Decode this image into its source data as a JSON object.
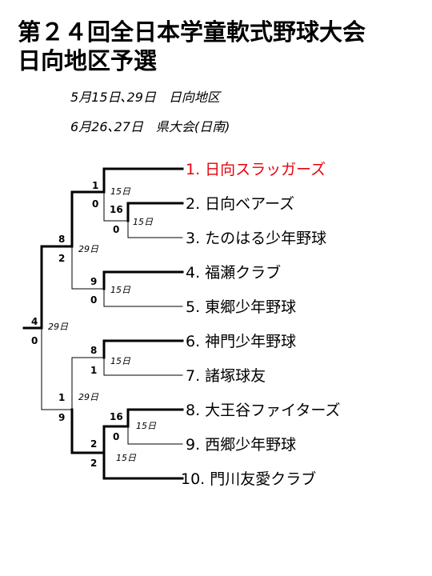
{
  "header": {
    "title_line1": "第２４回全日本学童軟式野球大会",
    "title_line2": "日向地区予選"
  },
  "schedule": {
    "line1": "5月15日､29日　日向地区",
    "line2": "6月26､27日　県大会(日南)"
  },
  "colors": {
    "winner": "#e8000b",
    "line": "#000000"
  },
  "teams": [
    {
      "label": "1.  日向スラッガーズ",
      "winner": true
    },
    {
      "label": "2.  日向ベアーズ",
      "winner": false
    },
    {
      "label": "3.  たのはる少年野球",
      "winner": false
    },
    {
      "label": "4.  福瀬クラブ",
      "winner": false
    },
    {
      "label": "5.  東郷少年野球",
      "winner": false
    },
    {
      "label": "6.  神門少年野球",
      "winner": false
    },
    {
      "label": "7.  諸塚球友",
      "winner": false
    },
    {
      "label": "8.  大王谷ファイターズ",
      "winner": false
    },
    {
      "label": "9.  西郷少年野球",
      "winner": false
    },
    {
      "label": "10.  門川友愛クラブ",
      "winner": false
    }
  ],
  "matches": {
    "m23": {
      "top": "16",
      "bottom": "0",
      "date": "15日"
    },
    "m1_23": {
      "top": "1",
      "bottom": "0",
      "date": "15日"
    },
    "m45": {
      "top": "9",
      "bottom": "0",
      "date": "15日"
    },
    "top_semi": {
      "top": "8",
      "bottom": "2",
      "date": "29日"
    },
    "m67": {
      "top": "8",
      "bottom": "1",
      "date": "15日"
    },
    "m89": {
      "top": "16",
      "bottom": "0",
      "date": "15日"
    },
    "m89_10": {
      "top": "2",
      "bottom": "2",
      "date": "15日"
    },
    "bottom_semi": {
      "top": "1",
      "bottom": "9",
      "date": "29日"
    },
    "final": {
      "top": "4",
      "bottom": "0",
      "date": "29日"
    }
  }
}
